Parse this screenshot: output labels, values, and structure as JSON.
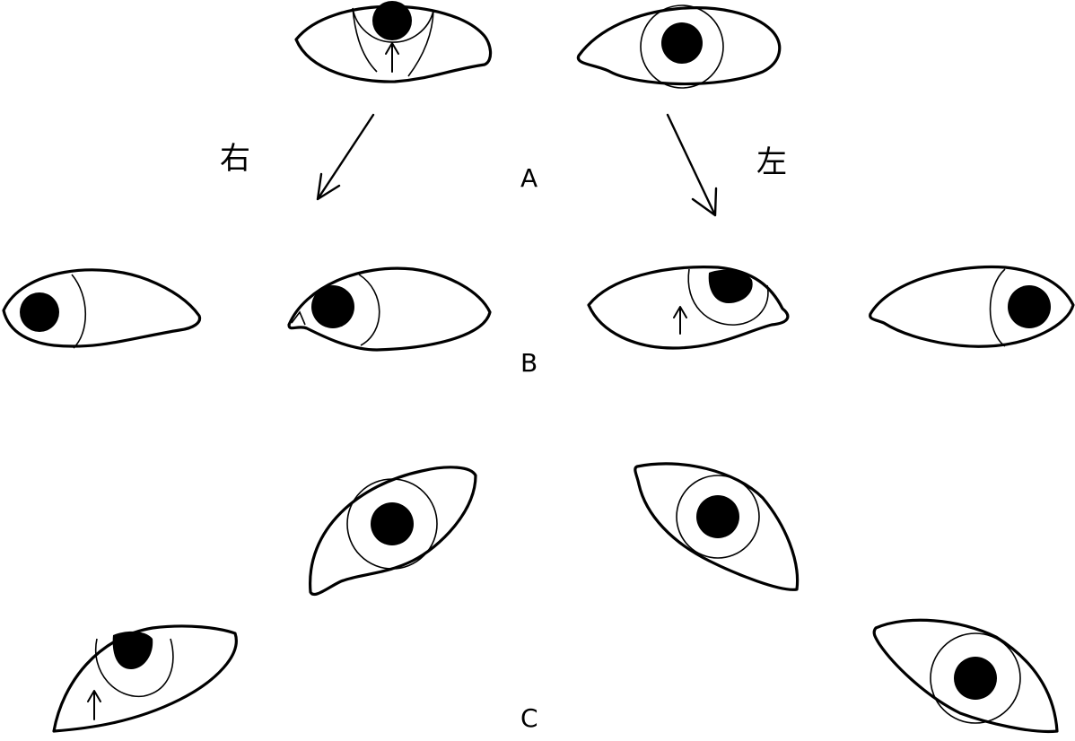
{
  "labels": {
    "right": "右",
    "left": "左",
    "panel_a": "A",
    "panel_b": "B",
    "panel_c": "C"
  },
  "colors": {
    "ink": "#000000",
    "background": "#ffffff"
  }
}
